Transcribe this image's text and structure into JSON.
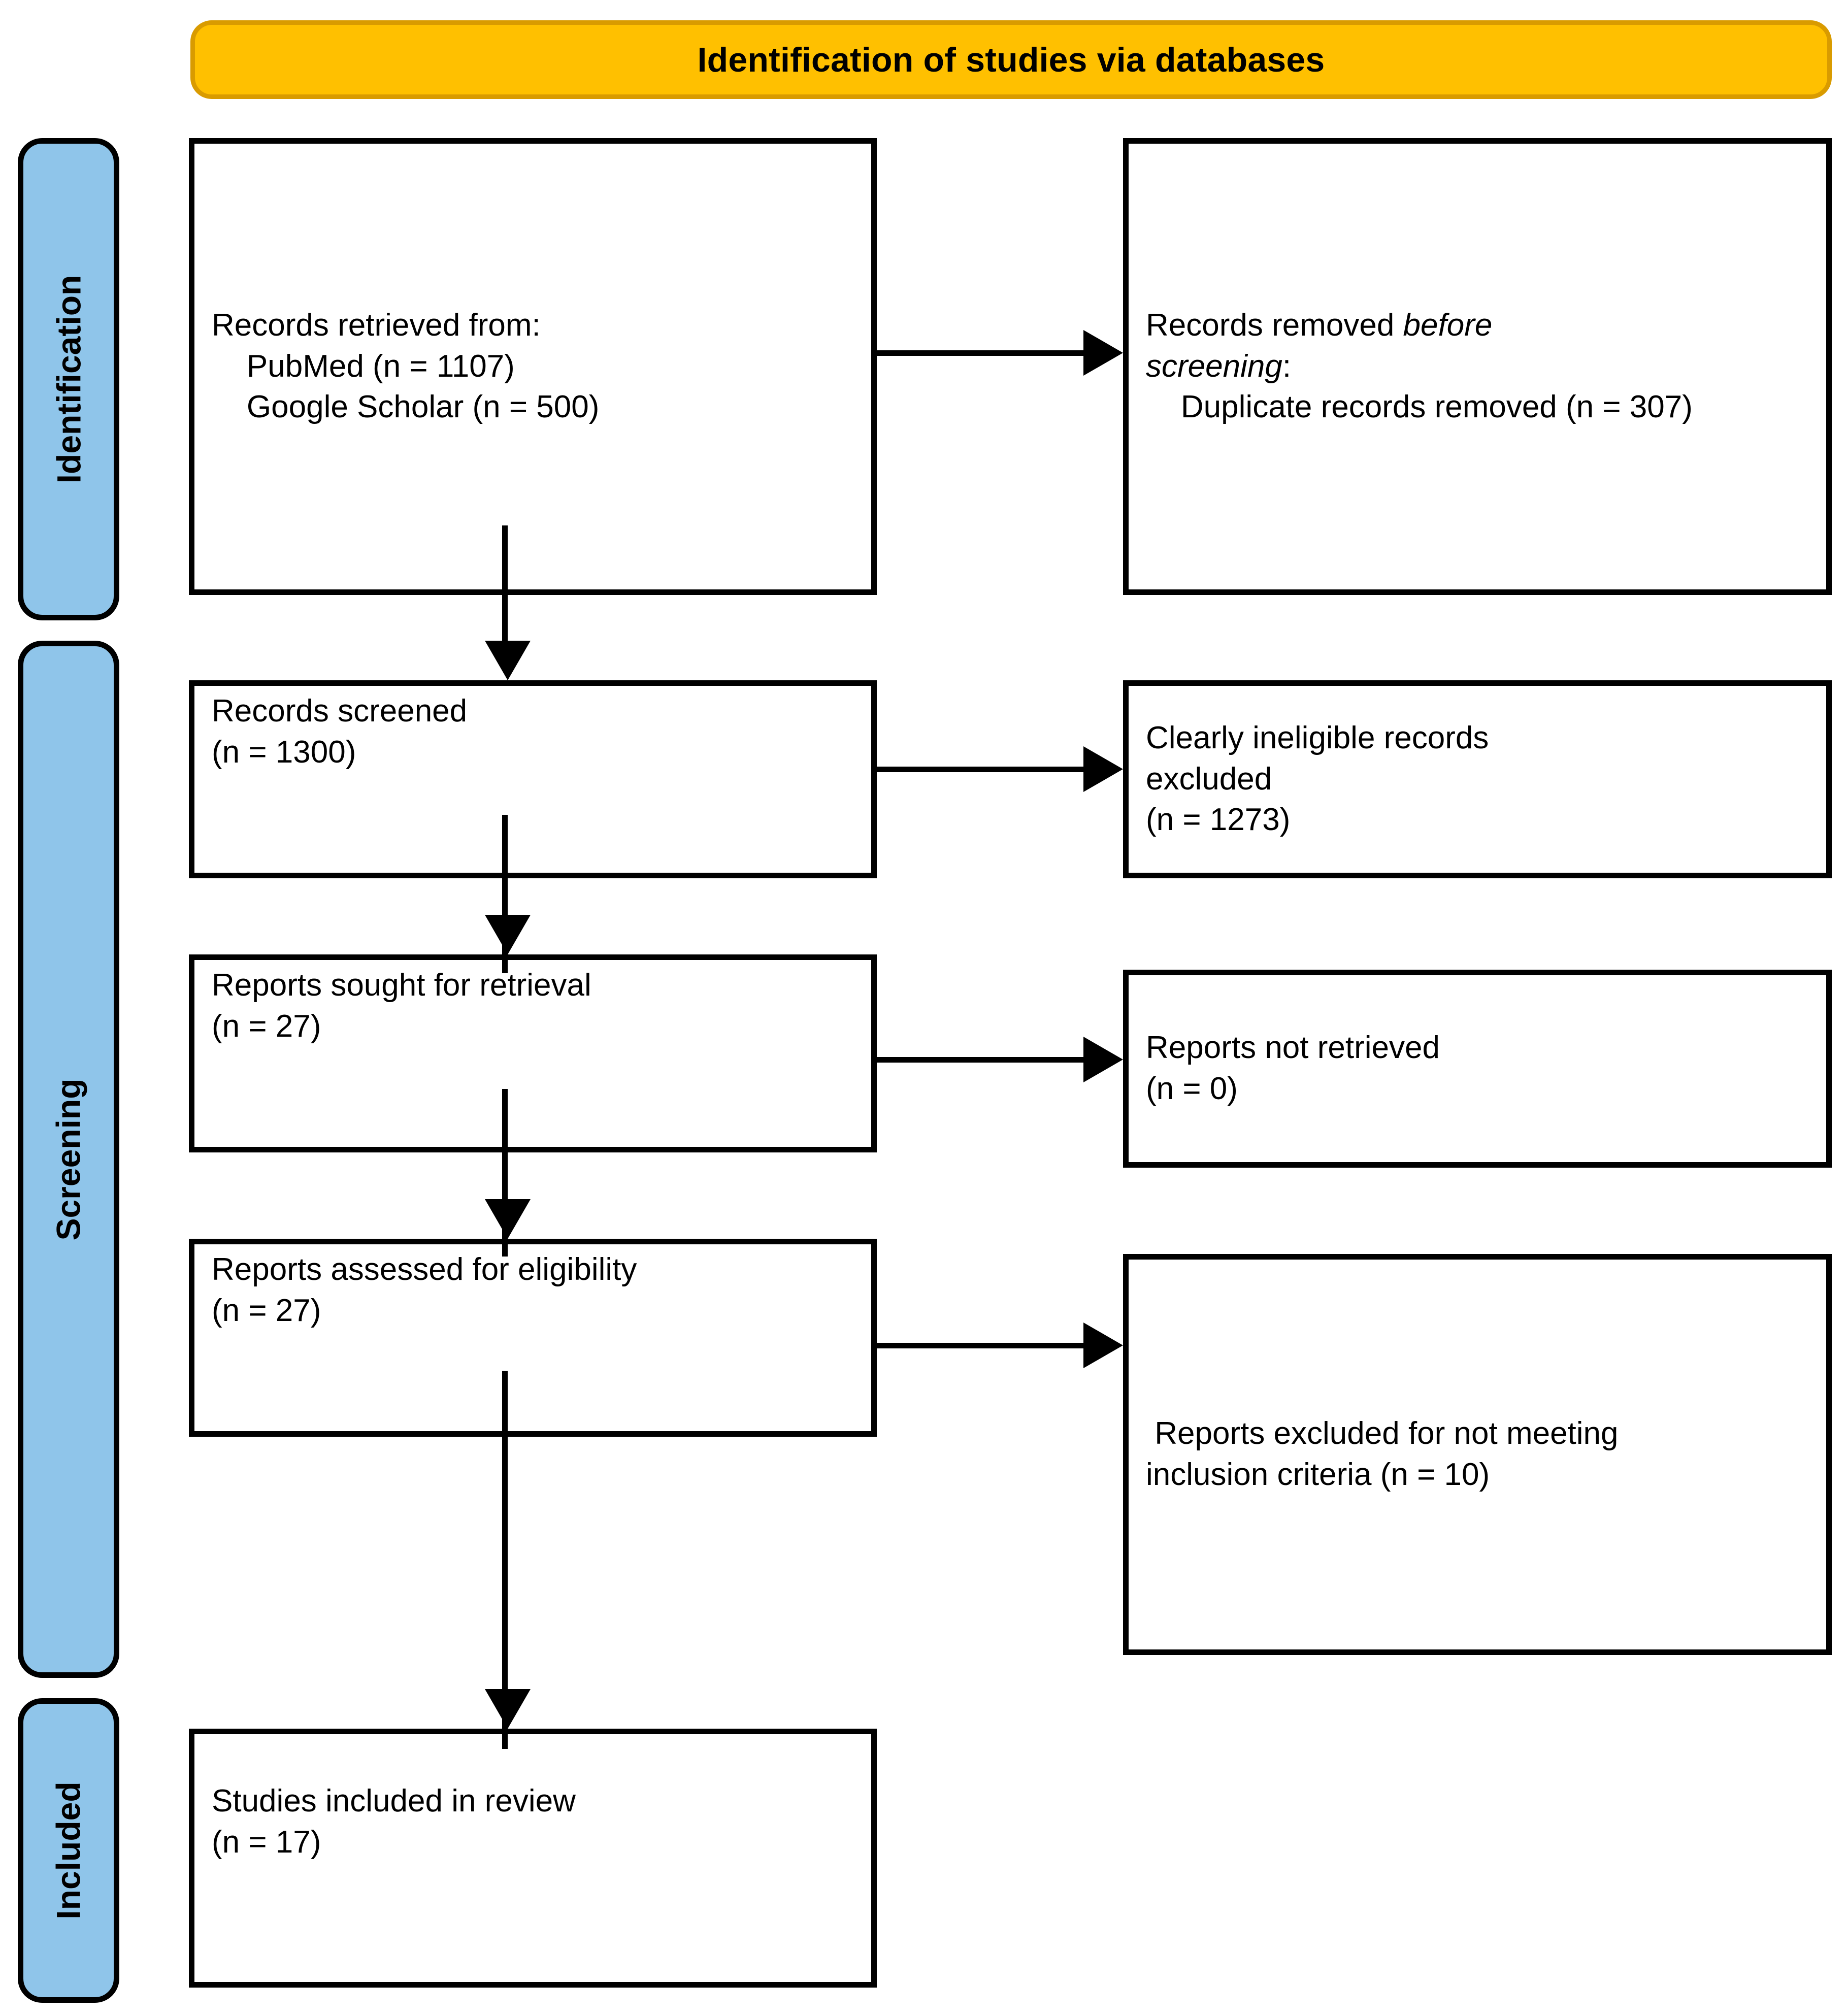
{
  "header": {
    "title": "Identification of studies via databases",
    "background_color": "#FFC000",
    "border_color": "#D99B00"
  },
  "stages": {
    "accent_color": "#8FC5EA",
    "items": [
      {
        "id": "identification",
        "label": "Identification"
      },
      {
        "id": "screening",
        "label": "Screening"
      },
      {
        "id": "included",
        "label": "Included"
      }
    ]
  },
  "boxes": {
    "records_retrieved": {
      "line1": "Records retrieved from:",
      "line2": "    PubMed (n = 1107)",
      "line3": "    Google Scholar (n = 500)"
    },
    "records_removed": {
      "line1_prefix": "Records removed ",
      "line1_italic": "before",
      "line2_italic": "screening",
      "line2_suffix": ":",
      "line3": "    Duplicate records removed (n = 307)"
    },
    "records_screened": {
      "line1": "Records screened",
      "line2": "(n = 1300)"
    },
    "clearly_ineligible": {
      "line1": "Clearly ineligible records",
      "line2": "excluded",
      "line3": "(n = 1273)"
    },
    "reports_sought": {
      "line1": "Reports sought for retrieval",
      "line2": "(n = 27)"
    },
    "reports_not_retrieved": {
      "line1": "Reports not retrieved",
      "line2": "(n = 0)"
    },
    "reports_assessed": {
      "line1": "Reports assessed for eligibility",
      "line2": "(n = 27)"
    },
    "reports_excluded": {
      "line1": " Reports excluded for not meeting",
      "line2": "inclusion criteria (n = 10)"
    },
    "studies_included": {
      "line1": "Studies included in review",
      "line2": "(n = 17)"
    }
  },
  "chart_data": {
    "type": "diagram",
    "title": "Identification of studies via databases",
    "nodes": [
      {
        "id": "records_retrieved",
        "stage": "Identification",
        "label": "Records retrieved from: PubMed (n = 1107); Google Scholar (n = 500)",
        "counts": {
          "PubMed": 1107,
          "Google Scholar": 500
        }
      },
      {
        "id": "records_removed",
        "stage": "Identification",
        "label": "Records removed before screening: Duplicate records removed (n = 307)",
        "counts": {
          "Duplicate records removed": 307
        }
      },
      {
        "id": "records_screened",
        "stage": "Screening",
        "label": "Records screened",
        "n": 1300
      },
      {
        "id": "clearly_ineligible",
        "stage": "Screening",
        "label": "Clearly ineligible records excluded",
        "n": 1273
      },
      {
        "id": "reports_sought",
        "stage": "Screening",
        "label": "Reports sought for retrieval",
        "n": 27
      },
      {
        "id": "reports_not_retrieved",
        "stage": "Screening",
        "label": "Reports not retrieved",
        "n": 0
      },
      {
        "id": "reports_assessed",
        "stage": "Screening",
        "label": "Reports assessed for eligibility",
        "n": 27
      },
      {
        "id": "reports_excluded",
        "stage": "Screening",
        "label": "Reports excluded for not meeting inclusion criteria",
        "n": 10
      },
      {
        "id": "studies_included",
        "stage": "Included",
        "label": "Studies included in review",
        "n": 17
      }
    ],
    "edges": [
      {
        "from": "records_retrieved",
        "to": "records_removed",
        "direction": "right"
      },
      {
        "from": "records_retrieved",
        "to": "records_screened",
        "direction": "down"
      },
      {
        "from": "records_screened",
        "to": "clearly_ineligible",
        "direction": "right"
      },
      {
        "from": "records_screened",
        "to": "reports_sought",
        "direction": "down"
      },
      {
        "from": "reports_sought",
        "to": "reports_not_retrieved",
        "direction": "right"
      },
      {
        "from": "reports_sought",
        "to": "reports_assessed",
        "direction": "down"
      },
      {
        "from": "reports_assessed",
        "to": "reports_excluded",
        "direction": "right"
      },
      {
        "from": "reports_assessed",
        "to": "studies_included",
        "direction": "down"
      }
    ]
  }
}
